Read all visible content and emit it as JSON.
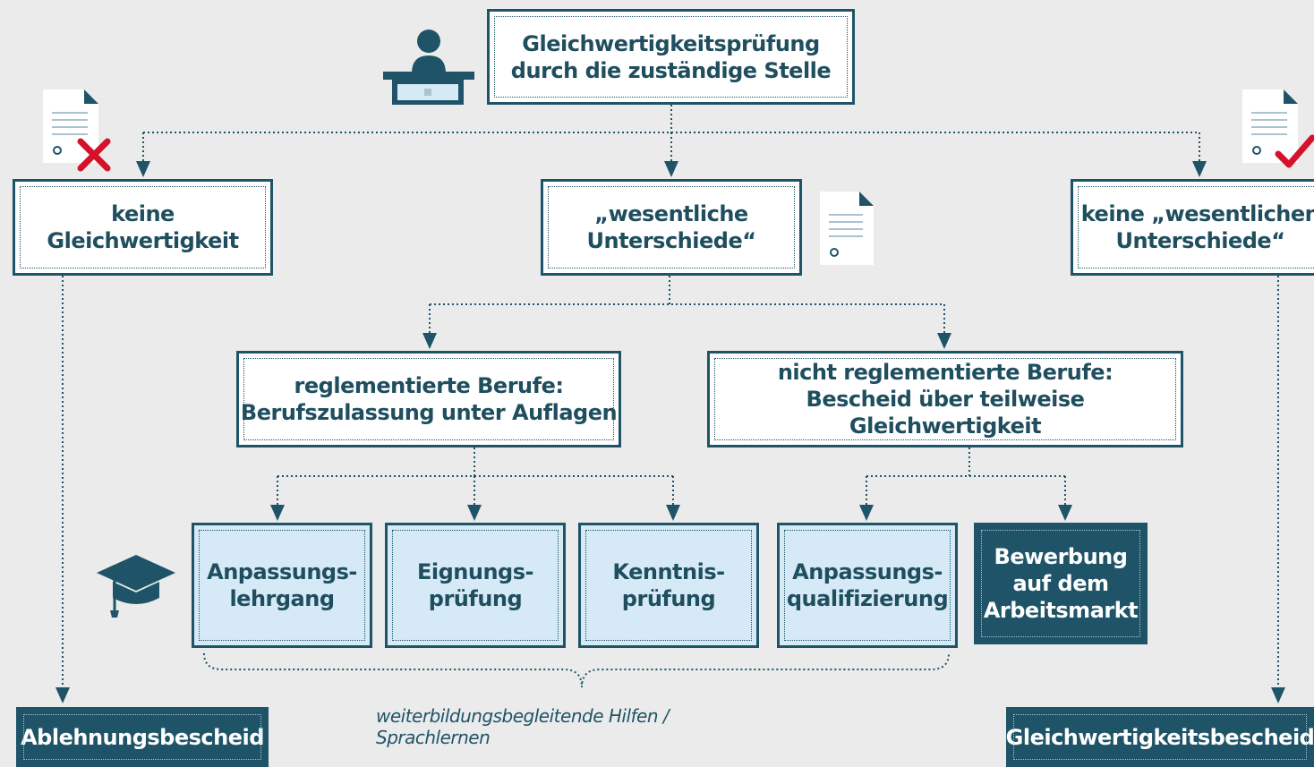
{
  "colors": {
    "dark": "#1f5468",
    "light": "#d5e9f6",
    "background": "#ebebeb",
    "cross": "#d4122a",
    "check": "#d4122a"
  },
  "top": {
    "label": "Gleichwertigkeitsprüfung\ndurch die zuständige Stelle"
  },
  "outcomes": {
    "none": "keine\nGleichwertigkeit",
    "differences": "„wesentliche\nUnterschiede“",
    "no_differences": "keine „wesentlichen\nUnterschiede“"
  },
  "branches": {
    "regulated": "reglementierte Berufe:\nBerufszulassung unter Auflagen",
    "unregulated": "nicht reglementierte Berufe:\nBescheid über teilweise Gleichwertigkeit"
  },
  "measures": [
    "Anpassungs-\nlehrgang",
    "Eignungs-\nprüfung",
    "Kenntnis-\nprüfung",
    "Anpassungs-\nqualifizierung"
  ],
  "job_market": "Bewerbung\nauf dem\nArbeitsmarkt",
  "results": {
    "rejection": "Ablehnungsbescheid",
    "equivalence": "Gleichwertigkeitsbescheid"
  },
  "support_note": "weiterbildungsbegleitende Hilfen / Sprachlernen",
  "icons": [
    "official-at-desk-icon",
    "document-rejected-icon",
    "document-icon",
    "document-approved-icon",
    "graduation-cap-icon"
  ]
}
